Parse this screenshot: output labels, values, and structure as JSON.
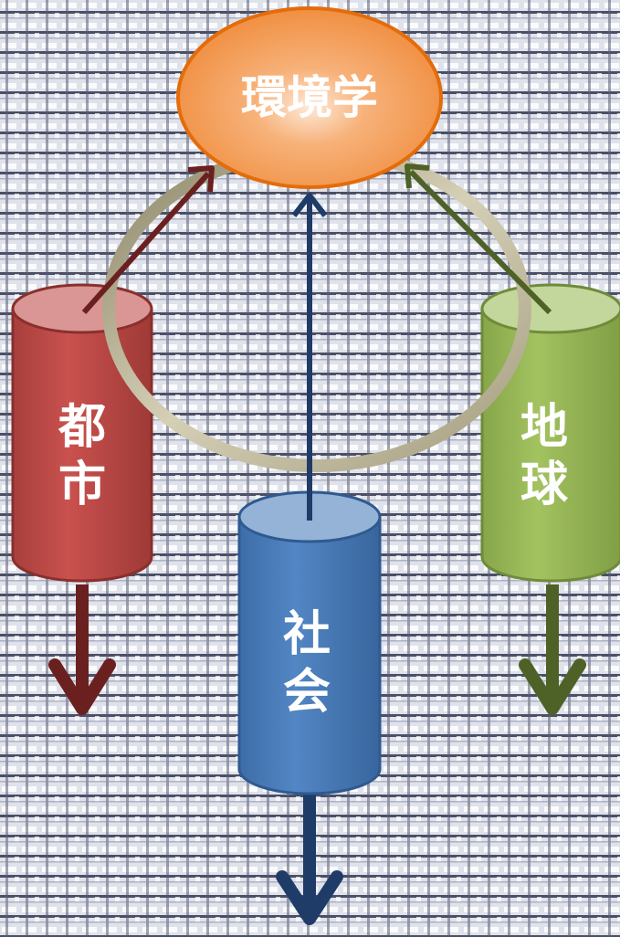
{
  "center": {
    "label": "環境学",
    "color": "#f28a3c"
  },
  "pillars": [
    {
      "id": "city",
      "label": "都市",
      "char1": "都",
      "char2": "市",
      "body_color": "#c0504d",
      "top_color": "#d99694",
      "arrow_color": "#6b2020"
    },
    {
      "id": "society",
      "label": "社会",
      "char1": "社",
      "char2": "会",
      "body_color": "#4f81bd",
      "top_color": "#95b3d7",
      "arrow_color": "#1f3c68"
    },
    {
      "id": "earth",
      "label": "地球",
      "char1": "地",
      "char2": "球",
      "body_color": "#9bbb59",
      "top_color": "#c3d69b",
      "arrow_color": "#4e6228"
    }
  ],
  "ring": {
    "color": "#bdb59a"
  },
  "background": {
    "style": "woven-fabric",
    "color": "#c9ccd6"
  }
}
